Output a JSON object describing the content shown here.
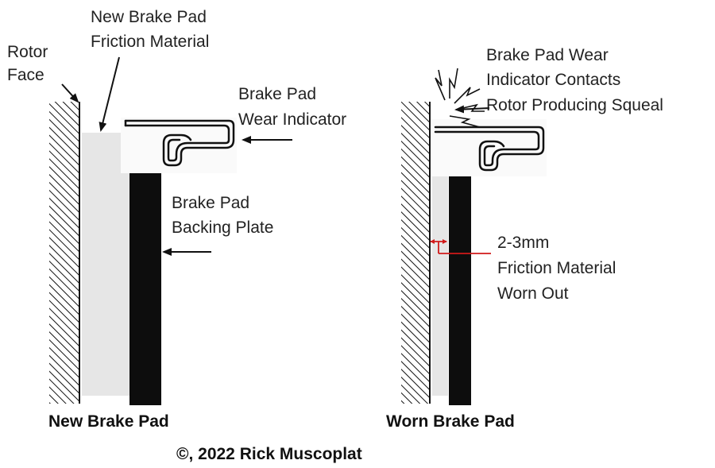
{
  "labels": {
    "rotor_face": [
      "Rotor",
      "Face"
    ],
    "new_friction": [
      "New Brake Pad",
      "Friction Material"
    ],
    "wear_indicator": [
      "Brake Pad",
      "Wear Indicator"
    ],
    "backing_plate": [
      "Brake Pad",
      "Backing Plate"
    ],
    "squeal": [
      "Brake Pad Wear",
      "Indicator Contacts",
      "Rotor Producing Squeal"
    ],
    "worn_material": [
      "2-3mm",
      "Friction Material",
      "Worn Out"
    ]
  },
  "captions": {
    "new_pad": "New Brake Pad",
    "worn_pad": "Worn Brake Pad",
    "copyright": "©, 2022 Rick Muscoplat"
  },
  "colors": {
    "ink": "#111111",
    "friction": "#e6e6e6",
    "backing": "#0d0d0d",
    "measure": "#d11a1a"
  }
}
